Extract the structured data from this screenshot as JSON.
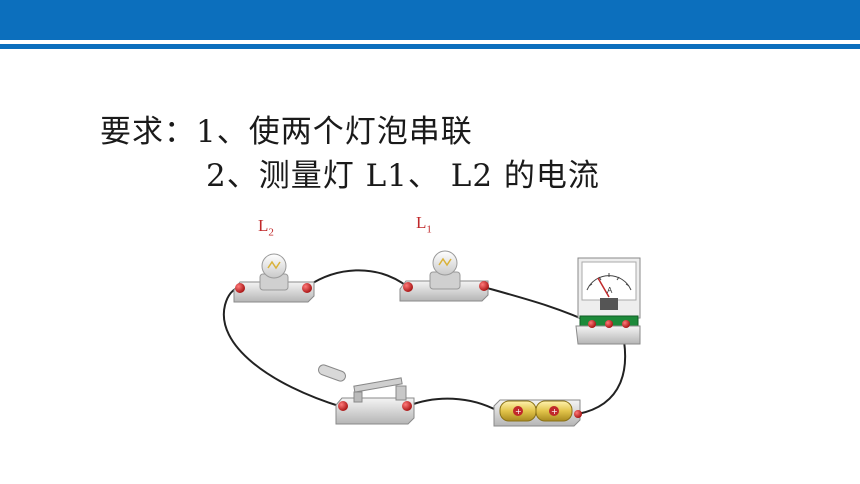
{
  "slide": {
    "requirement_prefix": "要求：",
    "requirement_1": "1、使两个灯泡串联",
    "requirement_2": "2、测量灯 L1、 L2 的电流"
  },
  "circuit": {
    "lamp_left": {
      "letter": "L",
      "sub": "2"
    },
    "lamp_right": {
      "letter": "L",
      "sub": "1"
    },
    "ammeter_unit": "A"
  },
  "colors": {
    "header": "#0c6fbd",
    "label_red": "#c0282a",
    "terminal_red": "#d21c1c",
    "battery_gold": "#e2c44a",
    "meter_green": "#1d8a3a"
  },
  "icons": [
    "lamp-icon",
    "ammeter-icon",
    "battery-icon",
    "knife-switch-icon",
    "terminal-icon"
  ]
}
